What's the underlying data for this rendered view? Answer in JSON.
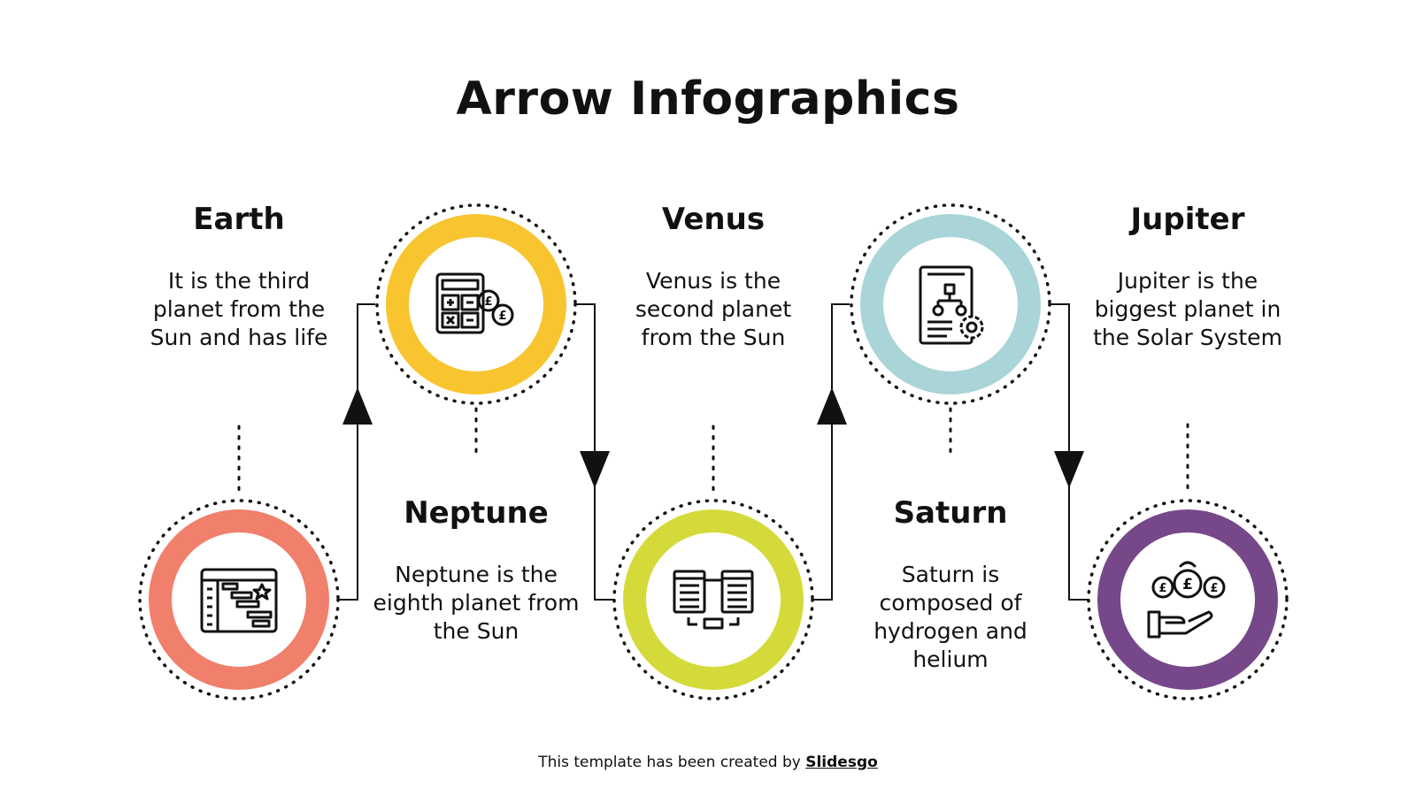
{
  "title": "Arrow Infographics",
  "footer": {
    "prefix": "This template has been created by ",
    "brand": "Slidesgo"
  },
  "steps": [
    {
      "heading": "Earth",
      "text": "It is the third planet from the Sun and has life",
      "color": "#F07F6C",
      "icon": "gantt-chart-icon"
    },
    {
      "heading": "Neptune",
      "text": "Neptune is the eighth planet from the Sun",
      "color": "#F8C530",
      "icon": "calculator-pound-icon"
    },
    {
      "heading": "Venus",
      "text": "Venus is the second planet from the Sun",
      "color": "#D4DA3A",
      "icon": "spreadsheet-transfer-icon"
    },
    {
      "heading": "Saturn",
      "text": "Saturn is composed of hydrogen and helium",
      "color": "#A9D4D8",
      "icon": "document-hierarchy-gear-icon"
    },
    {
      "heading": "Jupiter",
      "text": "Jupiter is the biggest planet in the Solar System",
      "color": "#764889",
      "icon": "hand-coins-icon"
    }
  ]
}
